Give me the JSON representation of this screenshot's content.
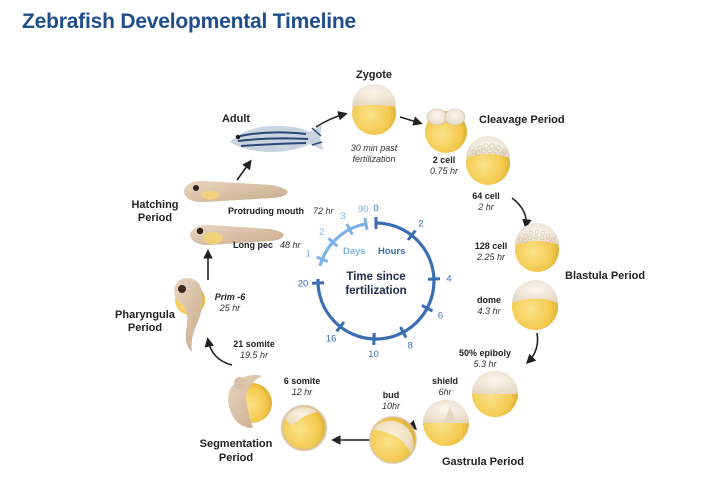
{
  "title": "Zebrafish Developmental Timeline",
  "periods": {
    "zygote": "Zygote",
    "cleavage": "Cleavage Period",
    "blastula": "Blastula Period",
    "gastrula": "Gastrula Period",
    "segmentation_1": "Segmentation",
    "segmentation_2": "Period",
    "pharyngula_1": "Pharyngula",
    "pharyngula_2": "Period",
    "hatching_1": "Hatching",
    "hatching_2": "Period",
    "adult": "Adult"
  },
  "stages": {
    "zygote": {
      "time_1": "30 min past",
      "time_2": "fertilization"
    },
    "two_cell": {
      "label": "2 cell",
      "time": "0.75 hr"
    },
    "sixtyfour_cell": {
      "label": "64 cell",
      "time": "2 hr"
    },
    "one28_cell": {
      "label": "128 cell",
      "time": "2.25 hr"
    },
    "dome": {
      "label": "dome",
      "time": "4.3 hr"
    },
    "epiboly": {
      "label": "50% epiboly",
      "time": "5.3 hr"
    },
    "shield": {
      "label": "shield",
      "time": "6hr"
    },
    "bud": {
      "label": "bud",
      "time": "10hr"
    },
    "six_somite": {
      "label": "6 somite",
      "time": "12 hr"
    },
    "twentyone_somite": {
      "label": "21 somite",
      "time": "19.5 hr"
    },
    "prim6": {
      "label": "Prim -6",
      "time": "25 hr"
    },
    "long_pec": {
      "label": "Long pec",
      "time": "48 hr"
    },
    "protruding_mouth": {
      "label": "Protruding mouth",
      "time": "72 hr"
    }
  },
  "clock": {
    "center_1": "Time since",
    "center_2": "fertilization",
    "days_label": "Days",
    "hours_label": "Hours",
    "days_ticks": [
      "90",
      "3",
      "2",
      "1"
    ],
    "hours_ticks": [
      "0",
      "2",
      "4",
      "6",
      "8",
      "10",
      "16",
      "20"
    ],
    "days_color": "#7fb2e5",
    "hours_color": "#3b6db3"
  },
  "colors": {
    "title": "#1f4e8c",
    "yolk": "#f3c94e",
    "arrow": "#222222"
  }
}
